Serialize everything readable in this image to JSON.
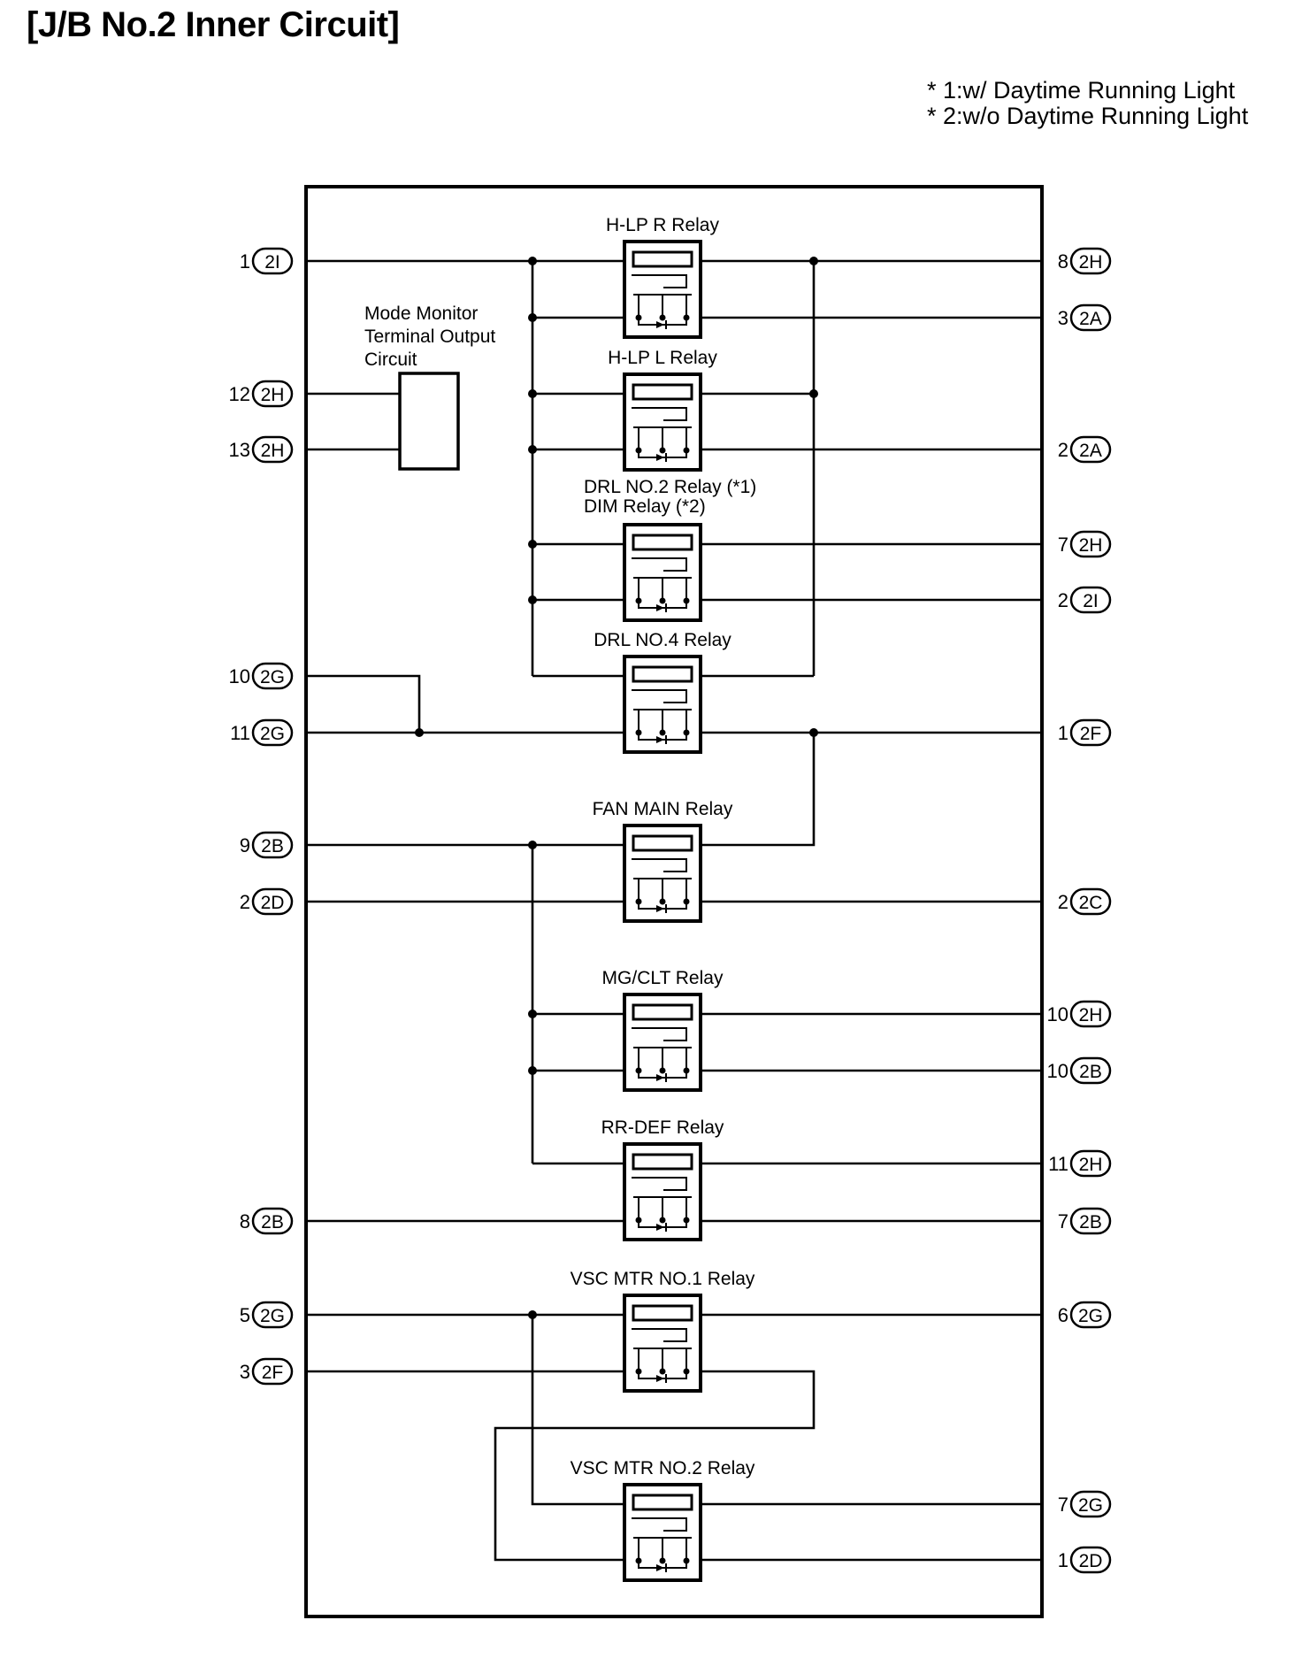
{
  "title": "[J/B No.2 Inner Circuit]",
  "notes": [
    "* 1:w/ Daytime Running Light",
    "* 2:w/o Daytime Running Light"
  ],
  "module": [
    "Mode Monitor",
    "Terminal Output",
    "Circuit"
  ],
  "relays": [
    {
      "label": [
        "H-LP R Relay"
      ]
    },
    {
      "label": [
        "H-LP L Relay"
      ]
    },
    {
      "label": [
        "DRL NO.2 Relay (*1)",
        "DIM Relay (*2)"
      ]
    },
    {
      "label": [
        "DRL NO.4 Relay"
      ]
    },
    {
      "label": [
        "FAN MAIN Relay"
      ]
    },
    {
      "label": [
        "MG/CLT Relay"
      ]
    },
    {
      "label": [
        "RR-DEF Relay"
      ]
    },
    {
      "label": [
        "VSC MTR NO.1 Relay"
      ]
    },
    {
      "label": [
        "VSC MTR NO.2 Relay"
      ]
    }
  ],
  "left_pins": [
    {
      "pin": "1",
      "conn": "2I"
    },
    {
      "pin": "12",
      "conn": "2H"
    },
    {
      "pin": "13",
      "conn": "2H"
    },
    {
      "pin": "10",
      "conn": "2G"
    },
    {
      "pin": "11",
      "conn": "2G"
    },
    {
      "pin": "9",
      "conn": "2B"
    },
    {
      "pin": "2",
      "conn": "2D"
    },
    {
      "pin": "8",
      "conn": "2B"
    },
    {
      "pin": "5",
      "conn": "2G"
    },
    {
      "pin": "3",
      "conn": "2F"
    }
  ],
  "right_pins": [
    {
      "pin": "8",
      "conn": "2H"
    },
    {
      "pin": "3",
      "conn": "2A"
    },
    {
      "pin": "2",
      "conn": "2A"
    },
    {
      "pin": "7",
      "conn": "2H"
    },
    {
      "pin": "2",
      "conn": "2I"
    },
    {
      "pin": "1",
      "conn": "2F"
    },
    {
      "pin": "2",
      "conn": "2C"
    },
    {
      "pin": "10",
      "conn": "2H"
    },
    {
      "pin": "10",
      "conn": "2B"
    },
    {
      "pin": "11",
      "conn": "2H"
    },
    {
      "pin": "7",
      "conn": "2B"
    },
    {
      "pin": "6",
      "conn": "2G"
    },
    {
      "pin": "7",
      "conn": "2G"
    },
    {
      "pin": "1",
      "conn": "2D"
    }
  ]
}
